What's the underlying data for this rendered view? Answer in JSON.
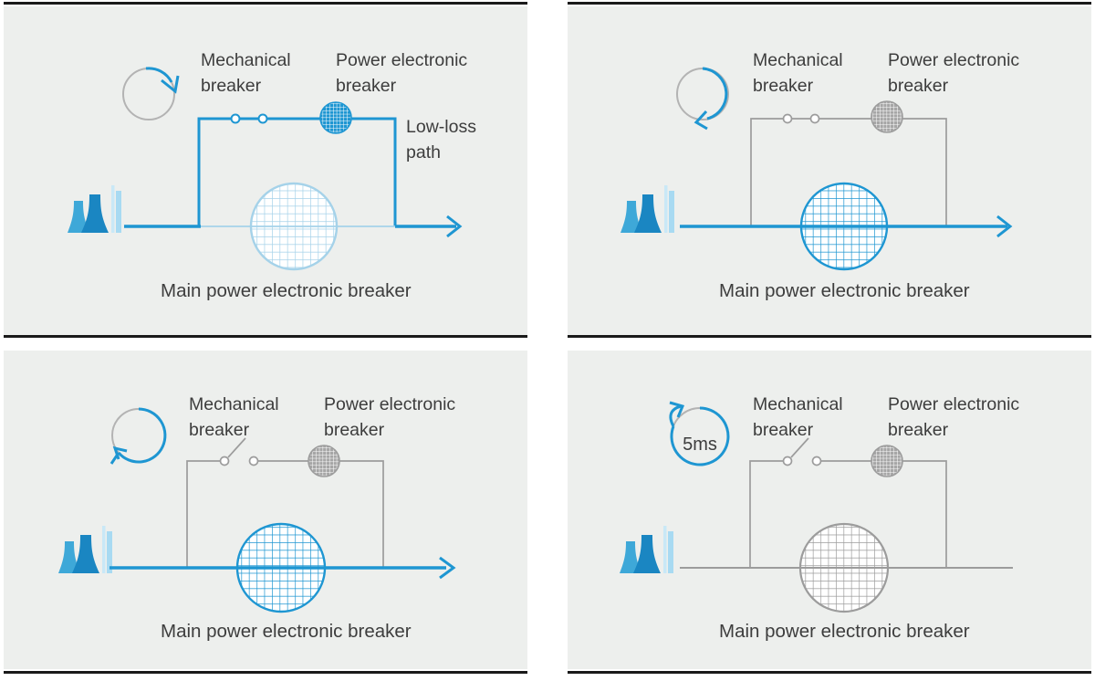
{
  "palette": {
    "blue": "#1E96D2",
    "light_blue": "#A5D2E9",
    "circuit_gray": "#9C9C9C",
    "clock_gray": "#B3B3B3",
    "panel_bg": "#EDEFED",
    "rule_black": "#1A1A1A",
    "text": "#3D3D3D",
    "tower_light": "#3EA8D8",
    "tower_dark": "#1A86C2",
    "chimney": "#A8DAF2",
    "chimney_light": "#C9E8F7"
  },
  "panels": [
    {
      "clock_icon": "timer-quarter-icon",
      "mechanical": [
        "Mechanical",
        "breaker"
      ],
      "power_electronic": [
        "Power electronic",
        "breaker"
      ],
      "low_loss": [
        "Low-loss",
        "path"
      ],
      "caption": "Main power electronic breaker",
      "state": {
        "bypass_path": "active-blue",
        "mechanical_switch": "closed",
        "small_pe_breaker": "on-blue",
        "main_breaker": "standby-light-blue",
        "output_arrow": "blue"
      }
    },
    {
      "clock_icon": "timer-half-icon",
      "mechanical": [
        "Mechanical",
        "breaker"
      ],
      "power_electronic": [
        "Power electronic",
        "breaker"
      ],
      "caption": "Main power electronic breaker",
      "state": {
        "bypass_path": "inactive-gray",
        "mechanical_switch": "closed",
        "small_pe_breaker": "off-gray",
        "main_breaker": "conducting-blue",
        "output_arrow": "blue"
      }
    },
    {
      "clock_icon": "timer-three-quarter-icon",
      "mechanical": [
        "Mechanical",
        "breaker"
      ],
      "power_electronic": [
        "Power electronic",
        "breaker"
      ],
      "caption": "Main power electronic breaker",
      "state": {
        "bypass_path": "inactive-gray",
        "mechanical_switch": "open",
        "small_pe_breaker": "off-gray",
        "main_breaker": "conducting-blue",
        "output_arrow": "blue"
      }
    },
    {
      "clock_icon": "timer-full-icon",
      "timer": "5ms",
      "mechanical": [
        "Mechanical",
        "breaker"
      ],
      "power_electronic": [
        "Power electronic",
        "breaker"
      ],
      "caption": "Main power electronic breaker",
      "state": {
        "bypass_path": "inactive-gray",
        "mechanical_switch": "open",
        "small_pe_breaker": "off-gray",
        "main_breaker": "off-gray",
        "output_arrow": "none"
      }
    }
  ]
}
